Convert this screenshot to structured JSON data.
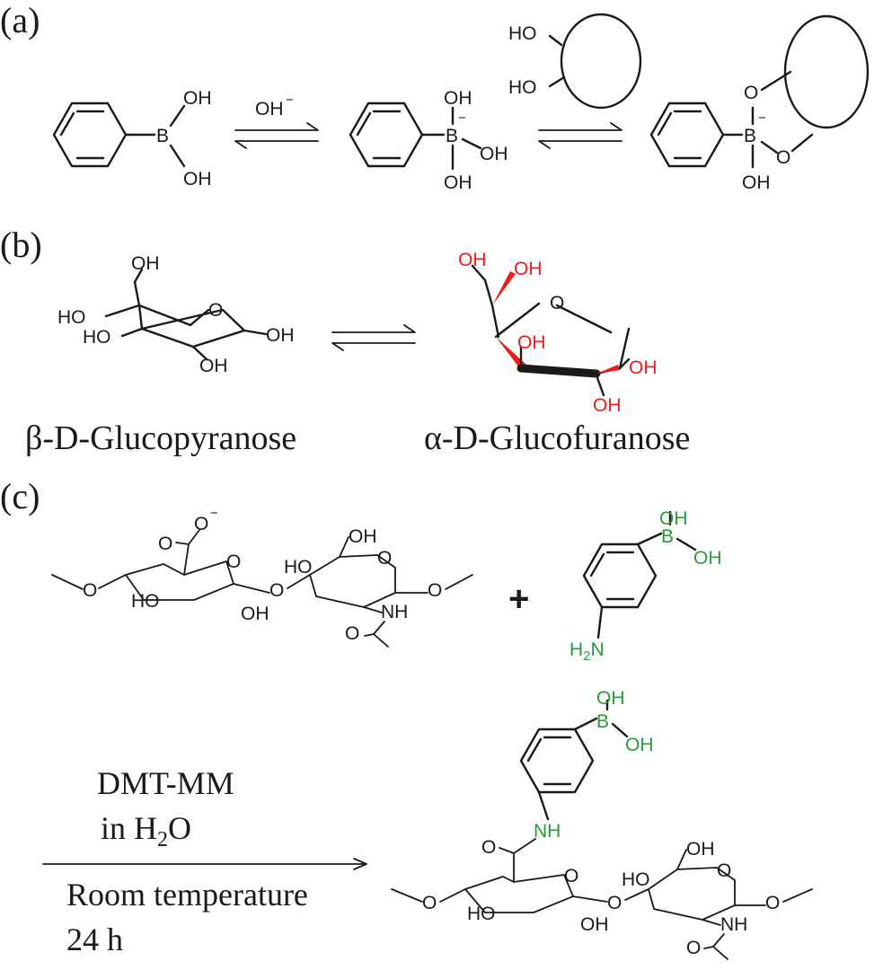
{
  "panels": {
    "a": "(a)",
    "b": "(b)",
    "c": "(c)"
  },
  "panel_a": {
    "hydroxide": "OH",
    "hydroxide_charge": "−",
    "boronic_acid_oh_top": "OH",
    "boronic_acid_oh_bottom": "OH",
    "boronic_acid_b": "B",
    "boronate_oh_top": "OH",
    "boronate_oh_right": "OH",
    "boronate_oh_bottom": "OH",
    "boronate_b": "B",
    "boronate_charge": "−",
    "diol_oh_top": "HO",
    "diol_oh_bottom": "HO",
    "ester_o_top": "O",
    "ester_o_bottom": "O",
    "ester_b": "B",
    "ester_charge": "−",
    "ester_oh": "OH"
  },
  "panel_b": {
    "pyranose_name": "β-D-Glucopyranose",
    "furanose_name": "α-D-Glucofuranose",
    "pyranose_labels": {
      "oh_top": "OH",
      "ring_o": "O",
      "ho_left1": "HO",
      "ho_left2": "HO",
      "oh_right": "OH",
      "oh_bottom": "OH"
    },
    "furanose_labels": {
      "oh_chain1": "OH",
      "oh_chain2": "OH",
      "ring_o": "O",
      "oh_inner": "OH",
      "oh_right": "OH",
      "oh_bottom": "OH"
    },
    "highlight_color": "#ee1c1c"
  },
  "panel_c": {
    "plus": "+",
    "reactant_labels": {
      "carboxylate_o": "O",
      "carbonyl_o": "O",
      "carboxylate_charge": "−",
      "ring_o1": "O",
      "ring_o2": "O",
      "linker_o": "O",
      "left_o": "O",
      "right_o": "O",
      "oh_top": "OH",
      "ho_mid": "HO",
      "ho_left": "HO",
      "oh_mid": "OH",
      "nh": "NH",
      "acetyl_o": "O"
    },
    "apba_labels": {
      "b": "B",
      "oh_top": "OH",
      "oh_right": "OH",
      "h2n": "H",
      "h2n_sub": "2",
      "h2n_n": "N"
    },
    "conditions": {
      "reagent": "DMT-MM",
      "solvent_prefix": "in H",
      "solvent_sub": "2",
      "solvent_suffix": "O",
      "temperature": "Room temperature",
      "time": "24 h"
    },
    "product_labels": {
      "b": "B",
      "oh_top": "OH",
      "oh_right": "OH",
      "amide_nh": "NH",
      "amide_o": "O",
      "ring_o1": "O",
      "ring_o2": "O",
      "linker_o": "O",
      "left_o": "O",
      "right_o": "O",
      "oh_top2": "OH",
      "ho_mid": "HO",
      "ho_left": "HO",
      "oh_mid": "OH",
      "nh": "NH",
      "acetyl_o": "O"
    },
    "boronic_color": "#2a9a3c"
  },
  "colors": {
    "ink": "#1a1a1a",
    "gray_ink": "#555555",
    "red": "#ee1c1c",
    "green": "#2a9a3c"
  }
}
